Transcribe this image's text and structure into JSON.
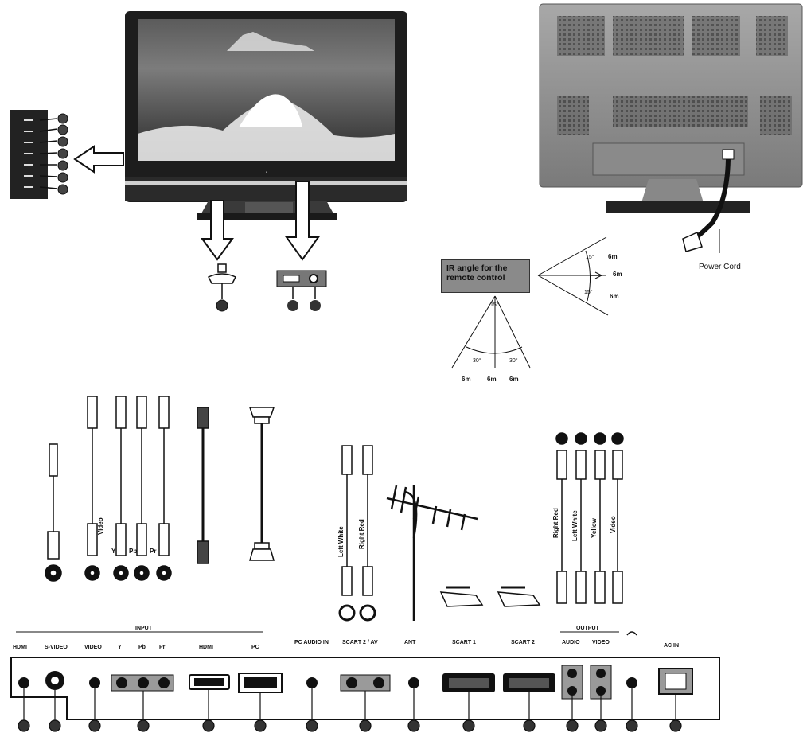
{
  "ir_box": {
    "line1": "IR angle for the",
    "line2": "remote control"
  },
  "power_cord_label": "Power Cord",
  "distance": "6m",
  "angles": {
    "h_top": "15°",
    "h_bot": "15°",
    "v_top": "15°",
    "v_left": "30°",
    "v_right": "30°"
  },
  "rear_panel": {
    "group_top_label": "INPUT",
    "output_label": "OUTPUT",
    "labels": [
      "HDMI",
      "S-VIDEO",
      "VIDEO",
      "Y",
      "Pb",
      "Pr",
      "HDMI",
      "PC",
      "PC AUDIO IN",
      "SCART 2 / AV",
      "ANT",
      "SCART 1",
      "SCART 2",
      "AUDIO",
      "VIDEO",
      "AC IN"
    ]
  },
  "cable_labels": {
    "video": "Video",
    "left_white": "Left White",
    "right_red": "Right Red",
    "right_red_2": "Right Red",
    "left_white_2": "Left White",
    "yellow": "Yellow",
    "video_2": "Video"
  },
  "component_letters": {
    "y": "Y",
    "pb": "Pb",
    "pr": "Pr"
  },
  "colors": {
    "ir_box_fill": "#8a8a8a",
    "line": "#111111",
    "tv_screen": "#2b2b2b"
  }
}
